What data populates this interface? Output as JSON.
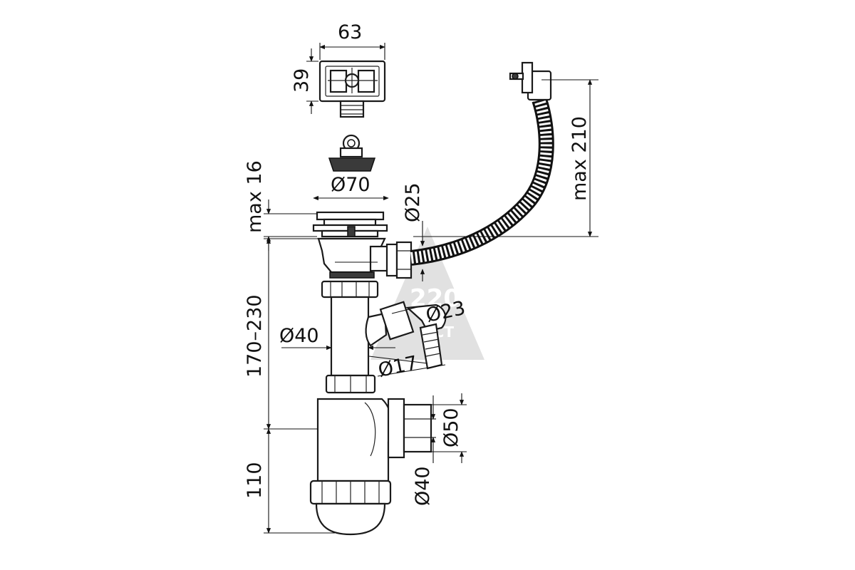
{
  "dimensions": {
    "grate_width": "63",
    "grate_height": "39",
    "overflow_length": "max 210",
    "drain_height": "max 16",
    "strainer_diameter": "Ø70",
    "overflow_hose_diameter": "Ø25",
    "side_inlet_diameter": "Ø23",
    "tube_diameter": "Ø40",
    "hose_connector_diameter": "Ø17",
    "body_height": "170–230",
    "trap_height": "110",
    "outlet_large_diameter": "Ø50",
    "outlet_small_diameter": "Ø40"
  },
  "colors": {
    "line": "#111111",
    "watermark": "#c9c9c9"
  }
}
